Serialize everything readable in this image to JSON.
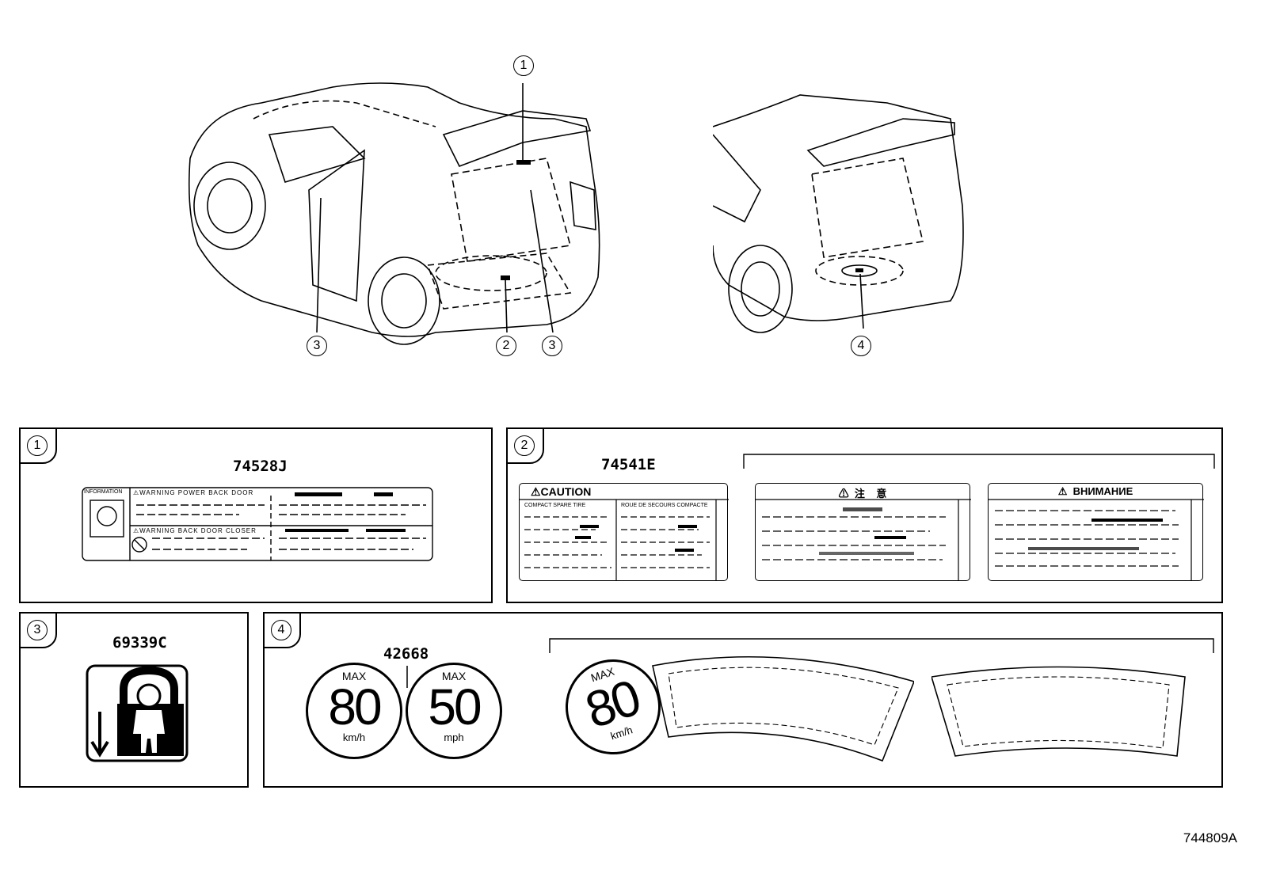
{
  "callouts": {
    "top_1": "1",
    "left_3": "3",
    "mid_2": "2",
    "mid_3": "3",
    "right_4": "4"
  },
  "panels": {
    "p1": {
      "num": "1",
      "part": "74528J",
      "label_info": "INFORMATION",
      "label_line1": "⚠WARNING POWER BACK DOOR",
      "label_line2": "⚠WARNING BACK DOOR CLOSER"
    },
    "p2": {
      "num": "2",
      "part": "74541E",
      "caution_title": "⚠CAUTION",
      "caution_sub_left": "COMPACT SPARE TIRE",
      "caution_sub_right": "ROUE DE SECOURS COMPACTE",
      "jp_title": "⚠  注    意",
      "ru_title": "⚠  ВНИМАНИЕ"
    },
    "p3": {
      "num": "3",
      "part": "69339C"
    },
    "p4": {
      "num": "4",
      "part": "42668",
      "badge1": {
        "top": "MAX",
        "value": "80",
        "unit": "km/h"
      },
      "badge2": {
        "top": "MAX",
        "value": "50",
        "unit": "mph"
      },
      "badge3": {
        "top": "MAX",
        "value": "80",
        "unit": "km/h"
      }
    }
  },
  "figure_id": "744809A"
}
